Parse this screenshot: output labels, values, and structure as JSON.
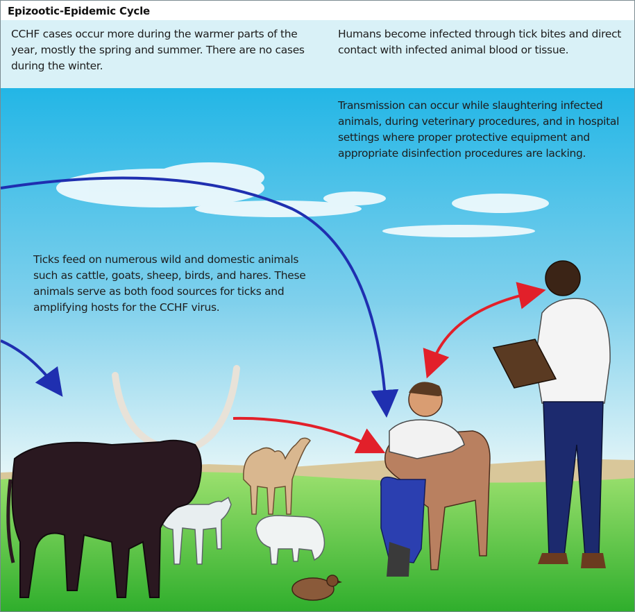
{
  "title": "Epizootic-Epidemic Cycle",
  "notes": {
    "season": "CCHF cases occur more during the warmer parts of the year, mostly the spring and summer.  There are no cases during the winter.",
    "human_infection": "Humans become infected through tick bites and direct contact with infected animal blood or tissue.",
    "transmission": "Transmission can occur while slaughtering infected animals, during veterinary procedures, and in hospital settings where proper protective equipment and appropriate disinfection procedures are lacking.",
    "ticks": "Ticks feed on numerous wild and domestic animals such as cattle, goats, sheep, birds, and hares. These animals serve as both food sources for ticks and amplifying hosts for the CCHF virus."
  },
  "colors": {
    "sky_top": "#23b6e6",
    "sky_bottom": "#e6f6f8",
    "info_band": "#d9f1f7",
    "grass": "#4ec43a",
    "arrow_blue": "#1f2fb0",
    "arrow_red": "#e2202a"
  },
  "arrows": [
    {
      "name": "tick-to-cattle-arrow",
      "color": "arrow_blue"
    },
    {
      "name": "tick-to-vet-arrow",
      "color": "arrow_blue"
    },
    {
      "name": "cattle-to-vet-arrow",
      "color": "arrow_red"
    },
    {
      "name": "vet-to-worker-arrow",
      "color": "arrow_red",
      "bidirectional": true
    }
  ]
}
